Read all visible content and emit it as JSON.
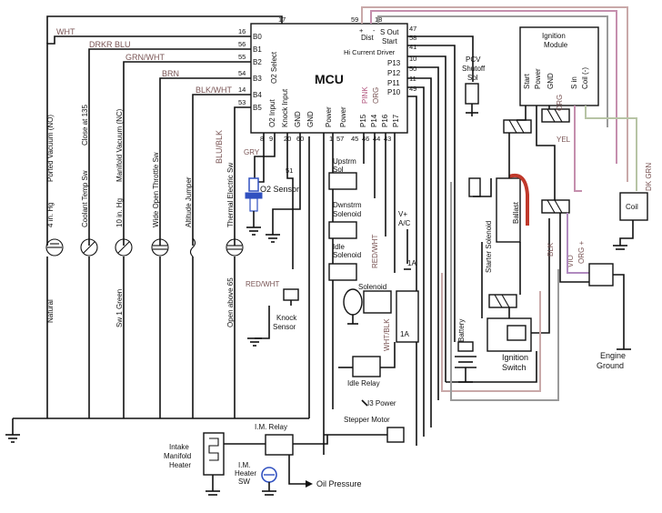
{
  "colors": {
    "wire": "#111111",
    "red_wire": "#c0392b",
    "pink_wire": "#c58fae",
    "tan_wire": "#c9a9a9",
    "gray_wire": "#9a9a9a",
    "violet_wire": "#b08abf",
    "yellow_green_wire": "#b7c4a5",
    "blue_sensor": "#3050c0",
    "color_label_text": "#7a5555"
  },
  "mcu": {
    "title": "MCU",
    "pins_left": [
      {
        "label": "B0",
        "num": "16"
      },
      {
        "label": "B1",
        "num": "56"
      },
      {
        "label": "B2",
        "num": "55"
      },
      {
        "label": "B3",
        "num": "54"
      },
      {
        "label": "B4",
        "num": "14"
      },
      {
        "label": "B5",
        "num": "53"
      }
    ],
    "o2_select": "O2 Select",
    "o2_input": "O2 Input",
    "knock_input": "Knock Input",
    "gnd1": "GND",
    "gnd2": "GND",
    "power1": "Power",
    "power2": "Power",
    "p15": "P15",
    "p14": "P14",
    "p16": "P16",
    "p17": "P17",
    "dist": "Dist",
    "dist_plus": "+",
    "dist_minus": "-",
    "s_out": "S Out",
    "start": "Start",
    "hi_current_driver": "Hi Current Driver",
    "p13": "P13",
    "p12": "P12",
    "p11": "P11",
    "p10": "P10",
    "pin_17": "17",
    "pin_59": "59",
    "pin_18": "18",
    "pin_47": "47",
    "pin_58": "58",
    "pin_41": "41",
    "pin_10": "10",
    "pin_50": "50",
    "pin_11": "11",
    "pin_49": "49",
    "bottom_pins": [
      "8",
      "9",
      "20",
      "60",
      "1",
      "57",
      "45",
      "46",
      "44",
      "43"
    ],
    "pin_51": "51"
  },
  "wire_labels": {
    "wht": "WHT",
    "drkr_blu": "DRKR BLU",
    "grn_wht": "GRN/WHT",
    "brn": "BRN",
    "blk_wht": "BLK/WHT",
    "blu_blk": "BLU/BLK",
    "gry": "GRY",
    "red_wht": "RED/WHT",
    "pink": "PINK",
    "org": "ORG",
    "red_wht2": "RED/WHT",
    "wht_blk": "WHT/BLK",
    "yel": "YEL",
    "org_ign": "ORG",
    "blk": "BLK",
    "vio": "VIO",
    "org_plus": "ORG +",
    "dk_grn": "DK GRN"
  },
  "switches": [
    {
      "line1": "Natural",
      "line2": "4 in. Hg",
      "line3": "Ported Vacuum (NO)"
    },
    {
      "line1": "Coolant Temp Sw",
      "line2": "Close at 135"
    },
    {
      "line1": "Sw 1  Green",
      "line2": "10 in. Hg",
      "line3": "Manifold Vacuum (NC)"
    },
    {
      "line1": "Wide Open Throttle Sw"
    },
    {
      "line1": "Altitude Jumper"
    },
    {
      "line1": "Open above 65",
      "line2": "Thermal Electric Sw"
    }
  ],
  "components": {
    "o2_sensor": "O2 Sensor",
    "knock_sensor_1": "Knock",
    "knock_sensor_2": "Sensor",
    "upstrm_1": "Upstrm",
    "upstrm_2": "Sol",
    "dwnstrm_1": "Dwnstrm",
    "dwnstrm_2": "Solenoid",
    "idle_sol_1": "Idle",
    "idle_sol_2": "Solenoid",
    "solenoid": "Solenoid",
    "vplus": "V+",
    "ac": "A/C",
    "fuse_1a_top": "1A",
    "fuse_1a_bot": "1A",
    "idle_relay": "Idle Relay",
    "i3_power": "I3 Power",
    "stepper_motor": "Stepper Motor",
    "im_relay": "I.M. Relay",
    "intake_1": "Intake",
    "intake_2": "Manifold",
    "intake_3": "Heater",
    "im_heater_1": "I.M.",
    "im_heater_2": "Heater",
    "im_heater_3": "SW",
    "oil_pressure": "Oil Pressure",
    "pcv_1": "PCV",
    "pcv_2": "Shutoff",
    "pcv_3": "Sol",
    "battery": "Battery",
    "starter_solenoid": "Starter Solenoid",
    "ballast": "Ballast",
    "ignition_1": "Ignition",
    "ignition_2": "Switch",
    "ign_module_1": "Ignition",
    "ign_module_2": "Module",
    "ign_start": "Start",
    "ign_power": "Power",
    "ign_gnd": "GND",
    "ign_s_in": "S in",
    "ign_coil": "Coil (-)",
    "coil": "Coil",
    "engine_ground_1": "Engine",
    "engine_ground_2": "Ground"
  }
}
